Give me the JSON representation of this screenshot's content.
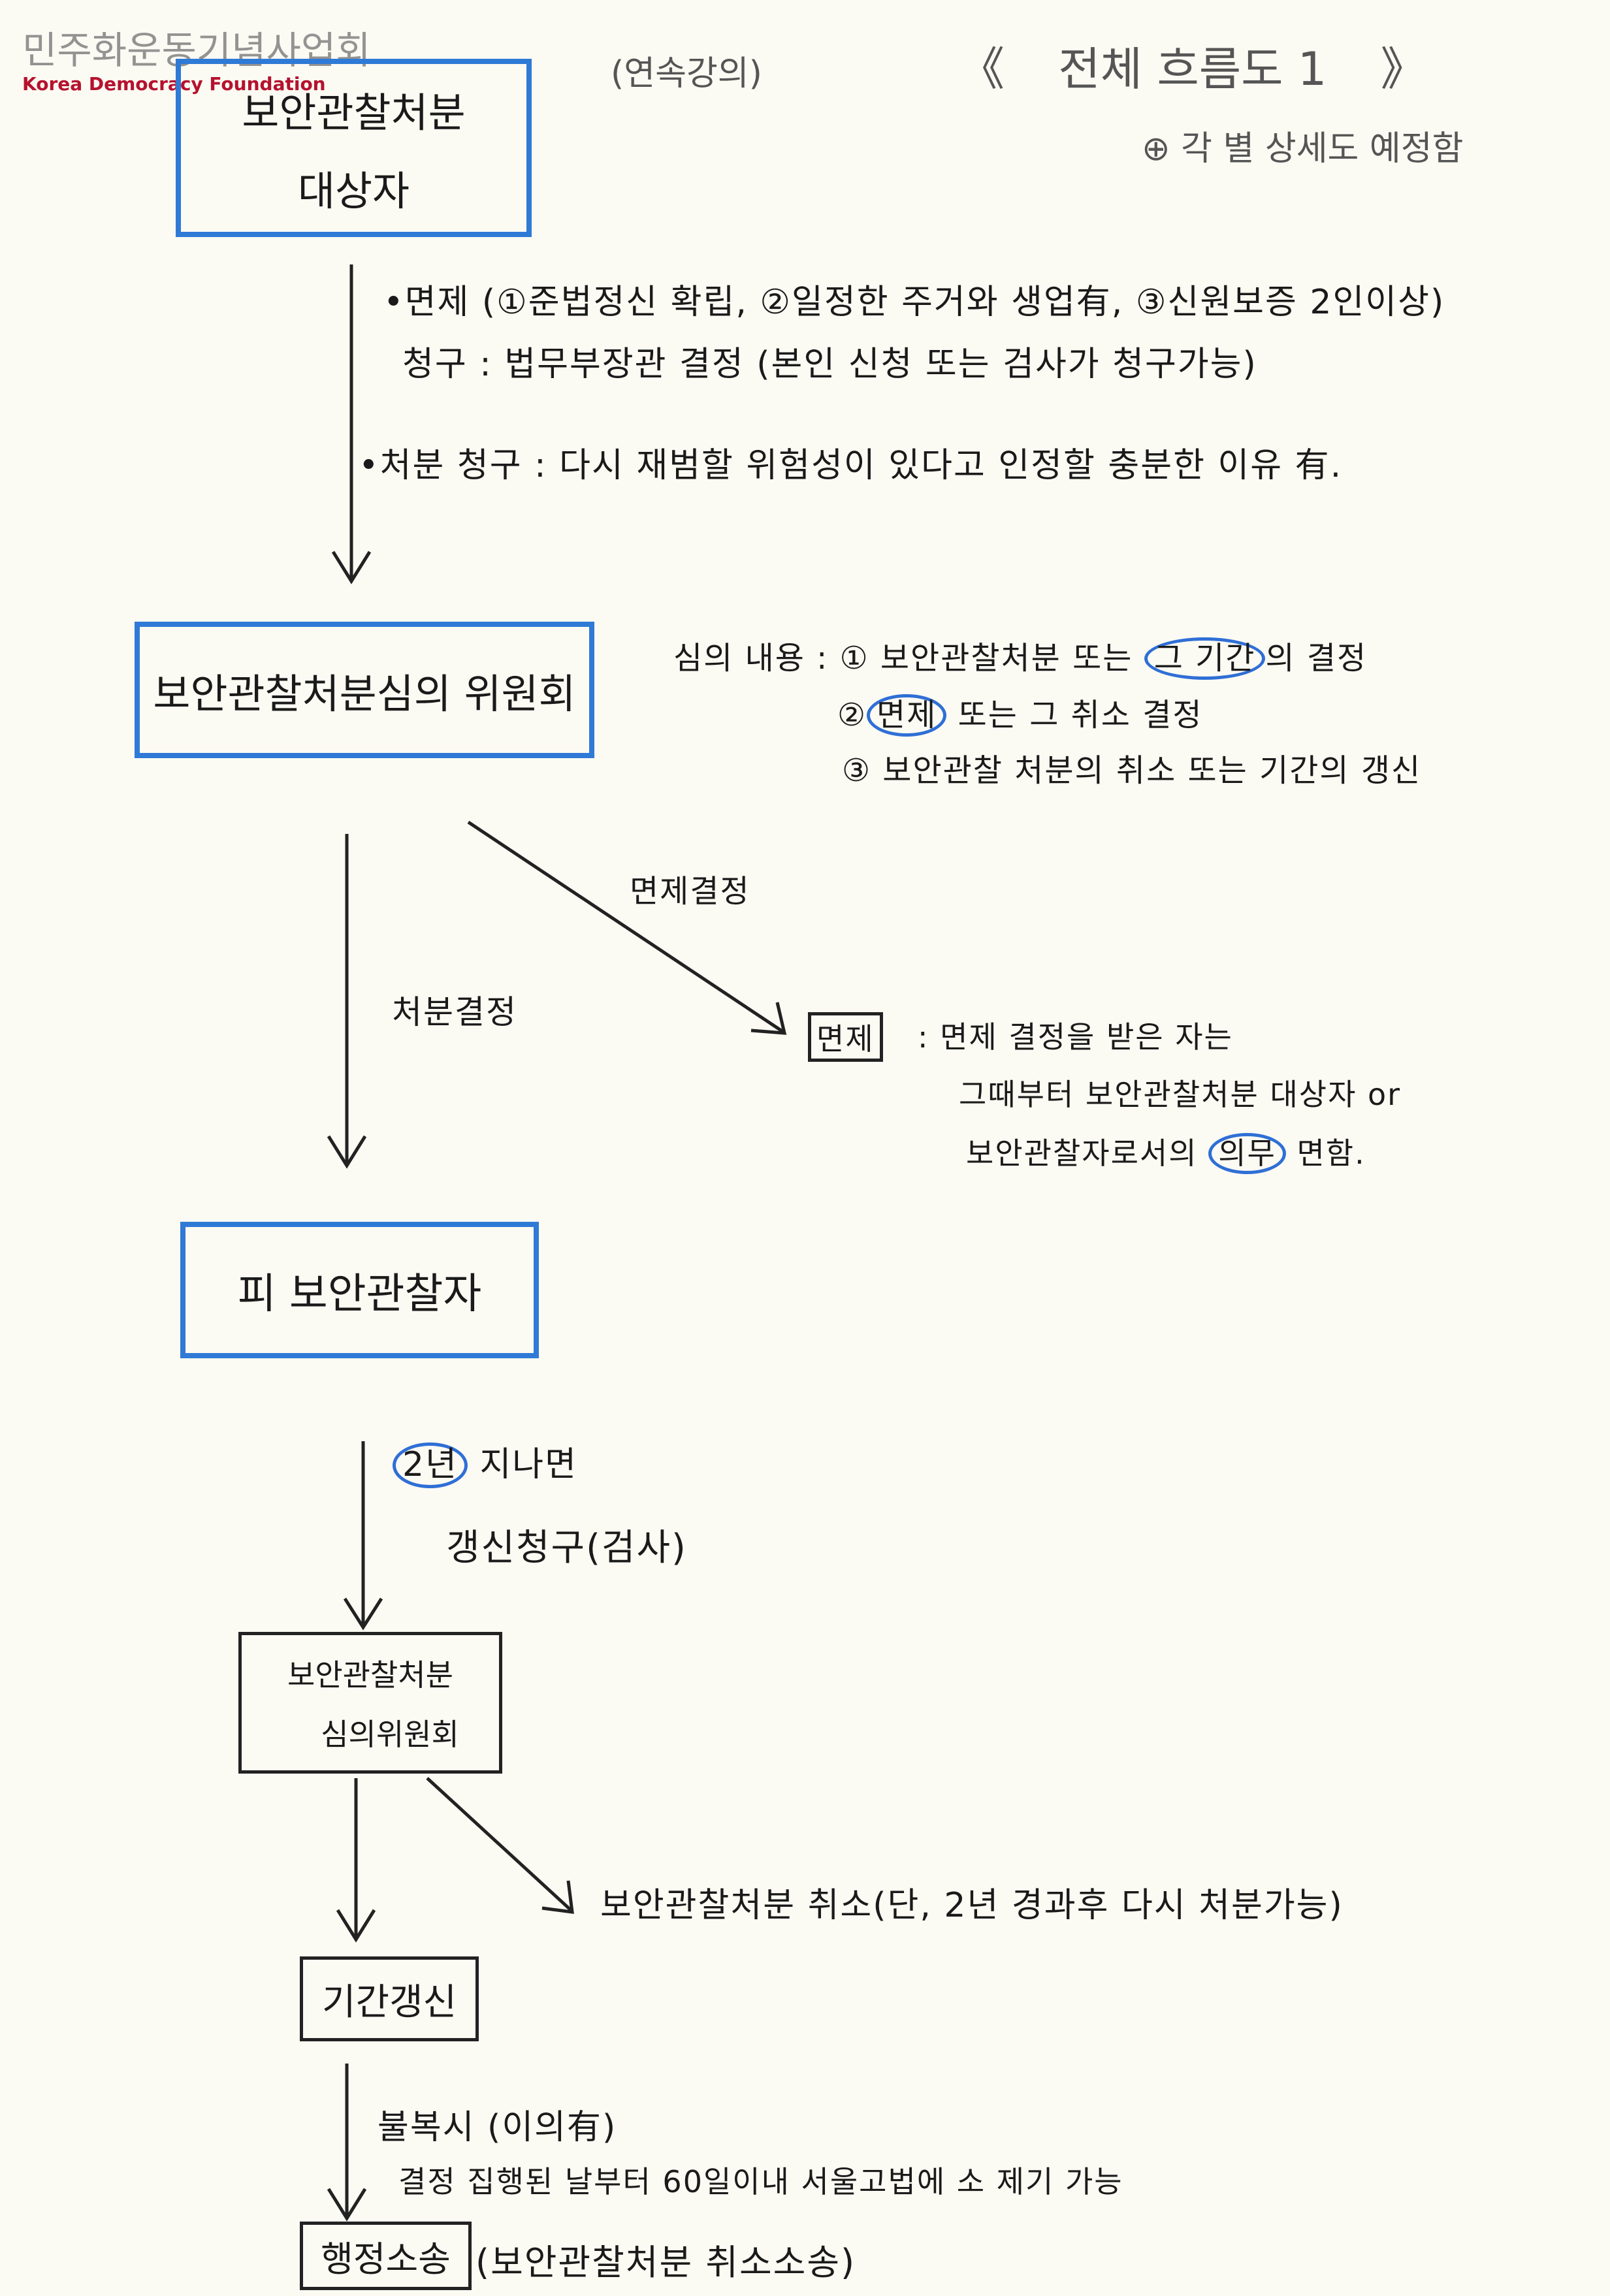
{
  "watermark": {
    "korean": "민주화운동기념사업회",
    "english": "Korea Democracy Foundation"
  },
  "header": {
    "series": "(연속강의)",
    "title_left": "《",
    "title": "전체 흐름도 1",
    "title_right": "》",
    "note_icon": "circled-plus-icon",
    "note": "각 별 상세도 예정함"
  },
  "nodes": {
    "target_line1": "보안관찰처분",
    "target_line2": "대상자",
    "committee": "보안관찰처분심의 위원회",
    "observed": "피 보안관찰자",
    "committee2_line1": "보안관찰처분",
    "committee2_line2": "심의위원회",
    "renewal": "기간갱신",
    "lawsuit": "행정소송",
    "lawsuit_note": "(보안관찰처분 취소소송)"
  },
  "notes": {
    "exemption": "•면제 (①준법정신 확립, ②일정한 주거와 생업有, ③신원보증 2인이상)",
    "exemption_request": "청구 : 법무부장관 결정     (본인 신청 또는 검사가 청구가능)",
    "disposition_request": "•처분 청구 : 다시 재범할 위험성이 있다고 인정할 충분한 이유 有.",
    "review_label": "심의 내용 :",
    "review_1_pre": "① 보안관찰처분 또는 ",
    "review_1_circled": "그 기간",
    "review_1_post": "의 결정",
    "review_2_num": "②",
    "review_2_circled": "면제",
    "review_2_post": " 또는 그 취소 결정",
    "review_3": "③ 보안관찰 처분의 취소 또는 기간의 갱신",
    "exempt_decision": "면제결정",
    "disposition_decision": "처분결정",
    "exempt_box": "면제",
    "exempt_desc_1": ": 면제 결정을 받은 자는",
    "exempt_desc_2": "그때부터 보안관찰처분 대상자 or",
    "exempt_desc_3_pre": "보안관찰자로서의 ",
    "exempt_desc_3_circled": "의무",
    "exempt_desc_3_post": " 면함.",
    "after_circled": "2년",
    "after_post": " 지나면",
    "renewal_request": "갱신청구(검사)",
    "cancel": "보안관찰처분 취소(단, 2년 경과후 다시 처분가능)",
    "objection": "불복시 (이의有)",
    "objection_detail": "결정 집행된 날부터 60일이내 서울고법에 소 제기 가능"
  },
  "colors": {
    "highlight": "#2f7ad6",
    "ink": "#1a1a1a",
    "watermark_red": "#b5122e"
  }
}
